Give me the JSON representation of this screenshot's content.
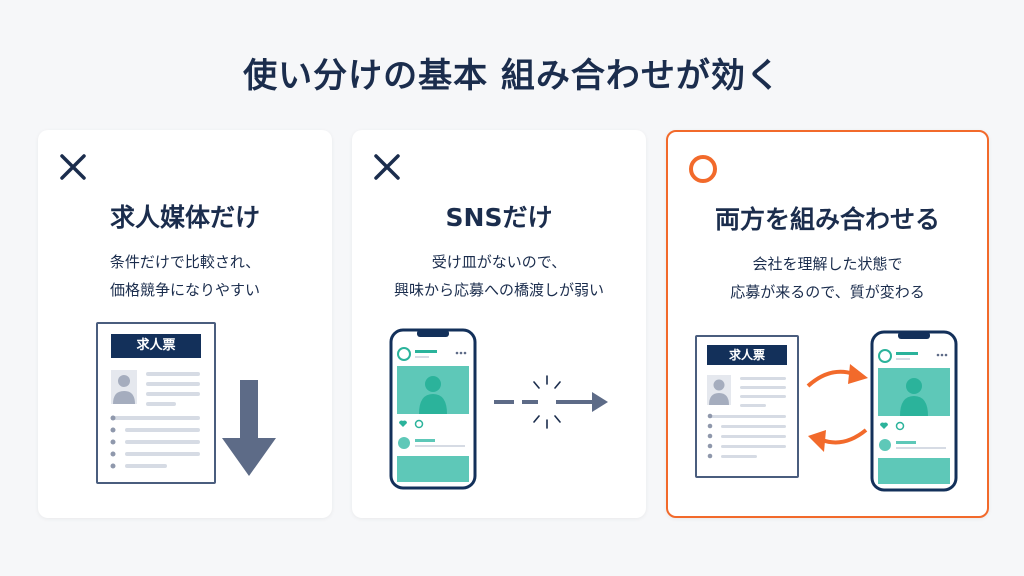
{
  "title": "使い分けの基本 組み合わせが効く",
  "cards": [
    {
      "mark": "cross-icon",
      "heading": "求人媒体だけ",
      "lines": [
        "条件だけで比較され、",
        "価格競争になりやすい"
      ],
      "doc_label": "求人票"
    },
    {
      "mark": "cross-icon",
      "heading": "SNSだけ",
      "lines": [
        "受け皿がないので、",
        "興味から応募への橋渡しが弱い"
      ]
    },
    {
      "mark": "circle-icon",
      "heading": "両方を組み合わせる",
      "lines": [
        "会社を理解した状態で",
        "応募が来るので、質が変わる"
      ],
      "doc_label": "求人票"
    }
  ],
  "colors": {
    "navy": "#1b2d4d",
    "accent": "#f26a2b",
    "teal": "#5ec8b8",
    "gray": "#5d6b87"
  }
}
